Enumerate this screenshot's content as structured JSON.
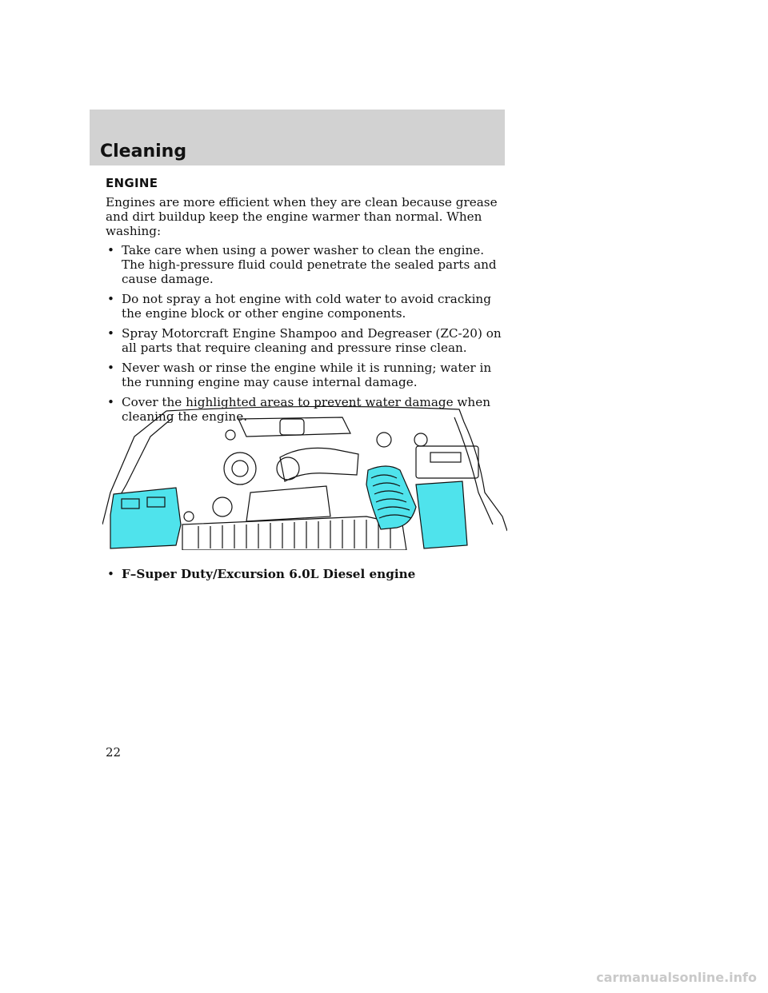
{
  "header": {
    "title": "Cleaning"
  },
  "section": {
    "heading": "ENGINE",
    "intro": "Engines are more efficient when they are clean because grease and dirt buildup keep the engine warmer than normal. When washing:",
    "bullets": [
      "Take care when using a power washer to clean the engine. The high-pressure fluid could penetrate the sealed parts and cause damage.",
      "Do not spray a hot engine with cold water to avoid cracking the engine block or other engine components.",
      "Spray Motorcraft Engine Shampoo and Degreaser (ZC-20) on all parts that require cleaning and pressure rinse clean.",
      "Never wash or rinse the engine while it is running; water in the running engine may cause internal damage.",
      "Cover the highlighted areas to prevent water damage when cleaning the engine."
    ]
  },
  "figure": {
    "highlight_color": "#4fe3ec"
  },
  "caption": "F–Super Duty/Excursion 6.0L Diesel engine",
  "page_number": "22",
  "watermark": "carmanualsonline.info"
}
